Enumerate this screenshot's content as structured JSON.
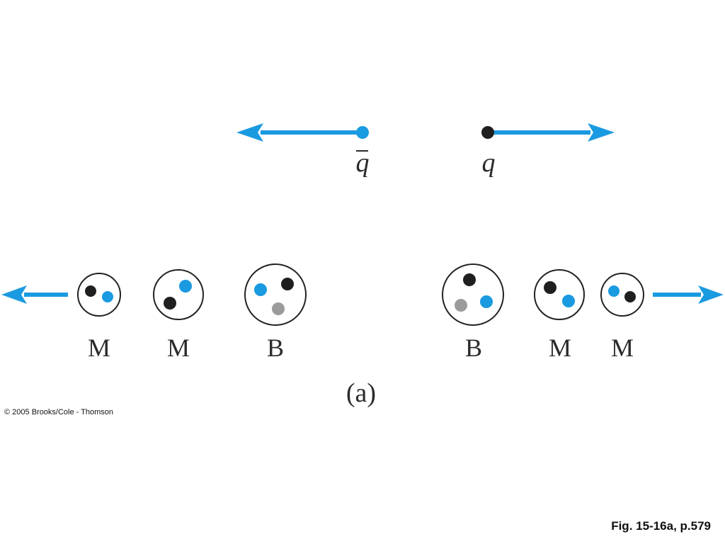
{
  "colors": {
    "quark_black": "#1f1f1f",
    "quark_blue": "#1a9ae0",
    "quark_gray": "#9b9b9b",
    "arrow": "#1a9ae0",
    "outline": "#222222"
  },
  "top": {
    "antiquark_label": "q",
    "quark_label": "q"
  },
  "hadrons": [
    {
      "label": "M"
    },
    {
      "label": "M"
    },
    {
      "label": "B"
    },
    {
      "label": "B"
    },
    {
      "label": "M"
    },
    {
      "label": "M"
    }
  ],
  "caption": "(a)",
  "copyright": "© 2005 Brooks/Cole - Thomson",
  "figure_ref": "Fig. 15-16a, p.579"
}
